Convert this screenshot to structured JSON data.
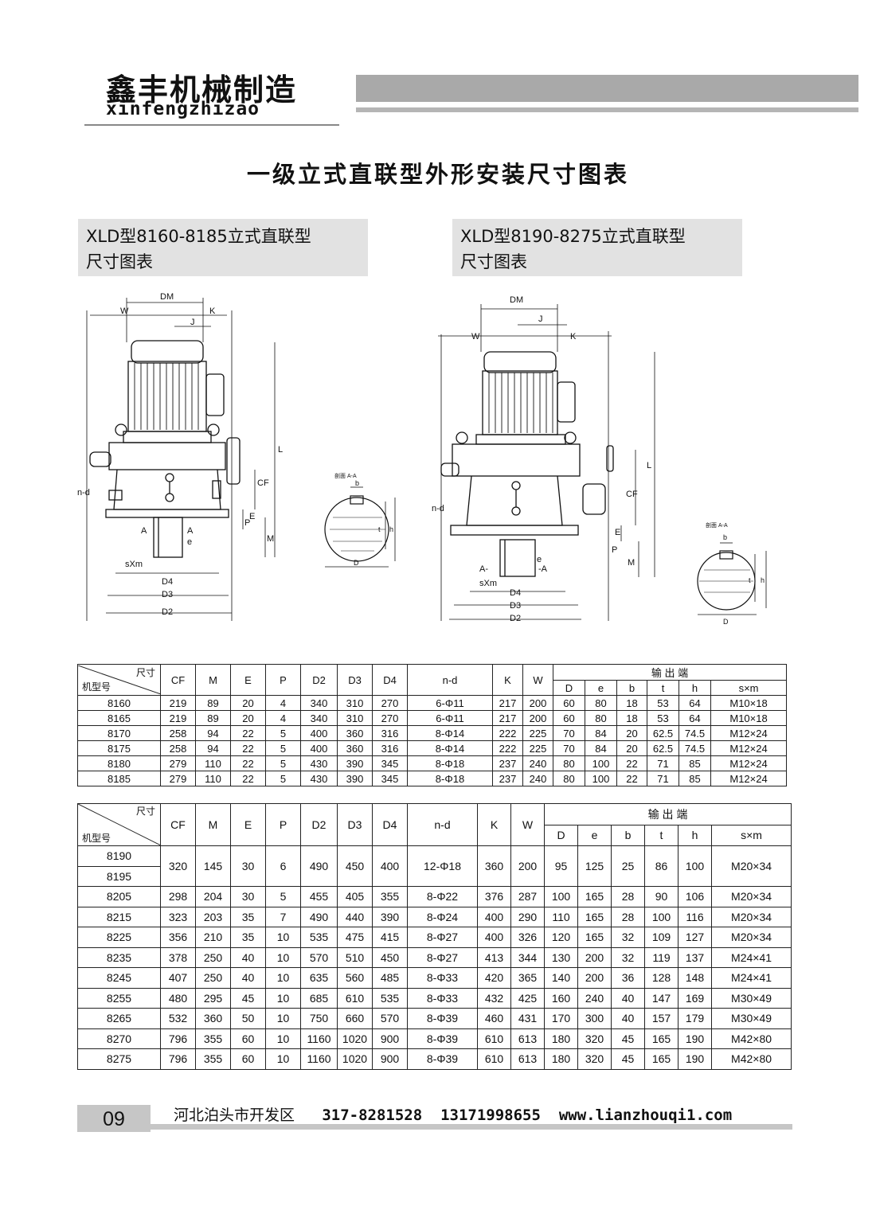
{
  "header": {
    "brand_cn": "鑫丰机械制造",
    "brand_en": "xinfengzhizao",
    "title": "一级立式直联型外形安装尺寸图表"
  },
  "captions": {
    "left_line1": "XLD型8160-8185立式直联型",
    "left_line2": "尺寸图表",
    "right_line1": "XLD型8190-8275立式直联型",
    "right_line2": "尺寸图表"
  },
  "drawings": {
    "labels": [
      "DM",
      "W",
      "K",
      "J",
      "L",
      "CF",
      "P",
      "E",
      "M",
      "n-d",
      "A",
      "e",
      "sXm",
      "D4",
      "D3",
      "D2"
    ],
    "label_dash_a": "A-",
    "label_a_dash": "-A",
    "section_label_left": "剖面 A-A",
    "section_label_right": "剖面 A-A",
    "section_dims": [
      "b",
      "t",
      "h",
      "D"
    ]
  },
  "table1": {
    "corner_top": "尺寸",
    "corner_bottom": "机型号",
    "headers": [
      "CF",
      "M",
      "E",
      "P",
      "D2",
      "D3",
      "D4",
      "n-d",
      "K",
      "W"
    ],
    "output_group": "输 出 端",
    "output_headers": [
      "D",
      "e",
      "b",
      "t",
      "h",
      "s×m"
    ],
    "rows": [
      [
        "8160",
        "219",
        "89",
        "20",
        "4",
        "340",
        "310",
        "270",
        "6-Φ11",
        "217",
        "200",
        "60",
        "80",
        "18",
        "53",
        "64",
        "M10×18"
      ],
      [
        "8165",
        "219",
        "89",
        "20",
        "4",
        "340",
        "310",
        "270",
        "6-Φ11",
        "217",
        "200",
        "60",
        "80",
        "18",
        "53",
        "64",
        "M10×18"
      ],
      [
        "8170",
        "258",
        "94",
        "22",
        "5",
        "400",
        "360",
        "316",
        "8-Φ14",
        "222",
        "225",
        "70",
        "84",
        "20",
        "62.5",
        "74.5",
        "M12×24"
      ],
      [
        "8175",
        "258",
        "94",
        "22",
        "5",
        "400",
        "360",
        "316",
        "8-Φ14",
        "222",
        "225",
        "70",
        "84",
        "20",
        "62.5",
        "74.5",
        "M12×24"
      ],
      [
        "8180",
        "279",
        "110",
        "22",
        "5",
        "430",
        "390",
        "345",
        "8-Φ18",
        "237",
        "240",
        "80",
        "100",
        "22",
        "71",
        "85",
        "M12×24"
      ],
      [
        "8185",
        "279",
        "110",
        "22",
        "5",
        "430",
        "390",
        "345",
        "8-Φ18",
        "237",
        "240",
        "80",
        "100",
        "22",
        "71",
        "85",
        "M12×24"
      ]
    ]
  },
  "table2": {
    "corner_top": "尺寸",
    "corner_bottom": "机型号",
    "headers": [
      "CF",
      "M",
      "E",
      "P",
      "D2",
      "D3",
      "D4",
      "n-d",
      "K",
      "W"
    ],
    "output_group": "输 出 端",
    "output_headers": [
      "D",
      "e",
      "b",
      "t",
      "h",
      "s×m"
    ],
    "merged_models": [
      "8190",
      "8195"
    ],
    "merged_values": [
      "320",
      "145",
      "30",
      "6",
      "490",
      "450",
      "400",
      "12-Φ18",
      "360",
      "200",
      "95",
      "125",
      "25",
      "86",
      "100",
      "M20×34"
    ],
    "rows": [
      [
        "8205",
        "298",
        "204",
        "30",
        "5",
        "455",
        "405",
        "355",
        "8-Φ22",
        "376",
        "287",
        "100",
        "165",
        "28",
        "90",
        "106",
        "M20×34"
      ],
      [
        "8215",
        "323",
        "203",
        "35",
        "7",
        "490",
        "440",
        "390",
        "8-Φ24",
        "400",
        "290",
        "110",
        "165",
        "28",
        "100",
        "116",
        "M20×34"
      ],
      [
        "8225",
        "356",
        "210",
        "35",
        "10",
        "535",
        "475",
        "415",
        "8-Φ27",
        "400",
        "326",
        "120",
        "165",
        "32",
        "109",
        "127",
        "M20×34"
      ],
      [
        "8235",
        "378",
        "250",
        "40",
        "10",
        "570",
        "510",
        "450",
        "8-Φ27",
        "413",
        "344",
        "130",
        "200",
        "32",
        "119",
        "137",
        "M24×41"
      ],
      [
        "8245",
        "407",
        "250",
        "40",
        "10",
        "635",
        "560",
        "485",
        "8-Φ33",
        "420",
        "365",
        "140",
        "200",
        "36",
        "128",
        "148",
        "M24×41"
      ],
      [
        "8255",
        "480",
        "295",
        "45",
        "10",
        "685",
        "610",
        "535",
        "8-Φ33",
        "432",
        "425",
        "160",
        "240",
        "40",
        "147",
        "169",
        "M30×49"
      ],
      [
        "8265",
        "532",
        "360",
        "50",
        "10",
        "750",
        "660",
        "570",
        "8-Φ39",
        "460",
        "431",
        "170",
        "300",
        "40",
        "157",
        "179",
        "M30×49"
      ],
      [
        "8270",
        "796",
        "355",
        "60",
        "10",
        "1160",
        "1020",
        "900",
        "8-Φ39",
        "610",
        "613",
        "180",
        "320",
        "45",
        "165",
        "190",
        "M42×80"
      ],
      [
        "8275",
        "796",
        "355",
        "60",
        "10",
        "1160",
        "1020",
        "900",
        "8-Φ39",
        "610",
        "613",
        "180",
        "320",
        "45",
        "165",
        "190",
        "M42×80"
      ]
    ]
  },
  "footer": {
    "page_number": "09",
    "address": "河北泊头市开发区",
    "phone1": "317-8281528",
    "phone2": "13171998655",
    "website": "www.lianzhouqi1.com"
  }
}
